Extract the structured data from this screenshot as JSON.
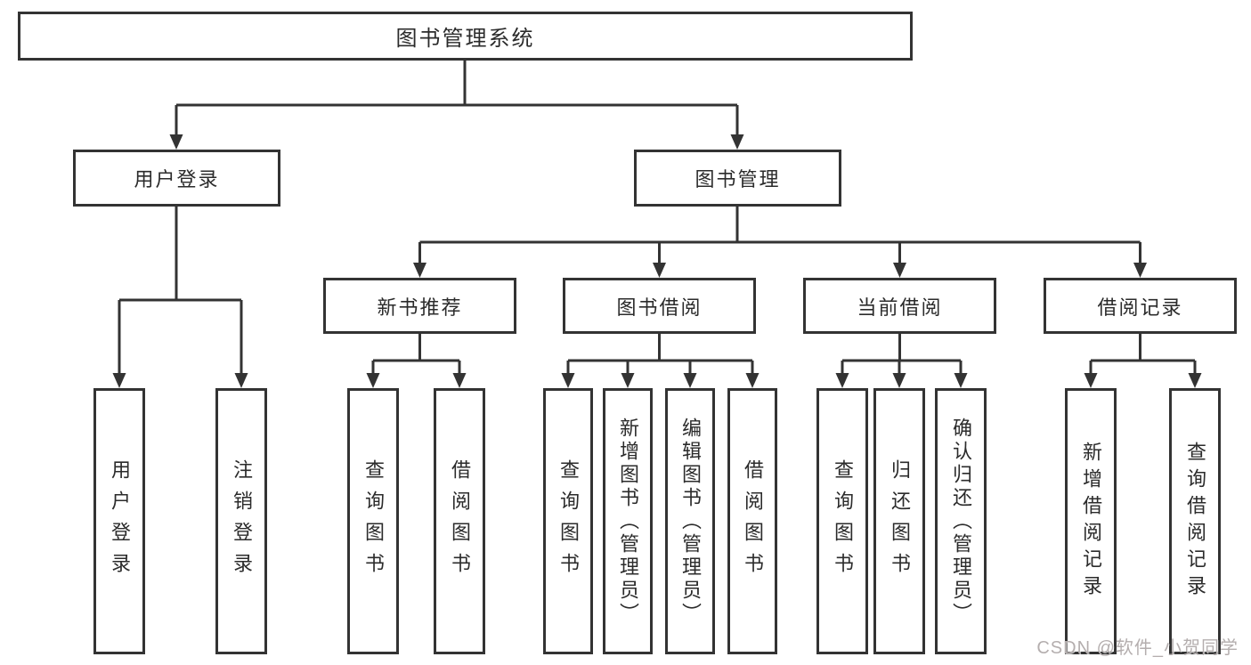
{
  "diagram": {
    "root": {
      "label": "图书管理系统"
    },
    "branches": [
      {
        "label": "用户登录",
        "leaves": [
          "用户登录",
          "注销登录"
        ]
      },
      {
        "label": "图书管理",
        "sections": [
          {
            "label": "新书推荐",
            "leaves": [
              "查询图书",
              "借阅图书"
            ]
          },
          {
            "label": "图书借阅",
            "leaves": [
              "查询图书",
              "新增图书（管理员）",
              "编辑图书（管理员）",
              "借阅图书"
            ]
          },
          {
            "label": "当前借阅",
            "leaves": [
              "查询图书",
              "归还图书",
              "确认归还（管理员）"
            ]
          },
          {
            "label": "借阅记录",
            "leaves": [
              "新增借阅记录",
              "查询借阅记录"
            ]
          }
        ]
      }
    ]
  },
  "watermark": {
    "text": "CSDN @软件_小贺同学"
  },
  "colors": {
    "line": "#333333",
    "box_border": "#333333",
    "box_background": "#ffffff",
    "text": "#2b2b2b",
    "watermark": "#b4aeae"
  }
}
